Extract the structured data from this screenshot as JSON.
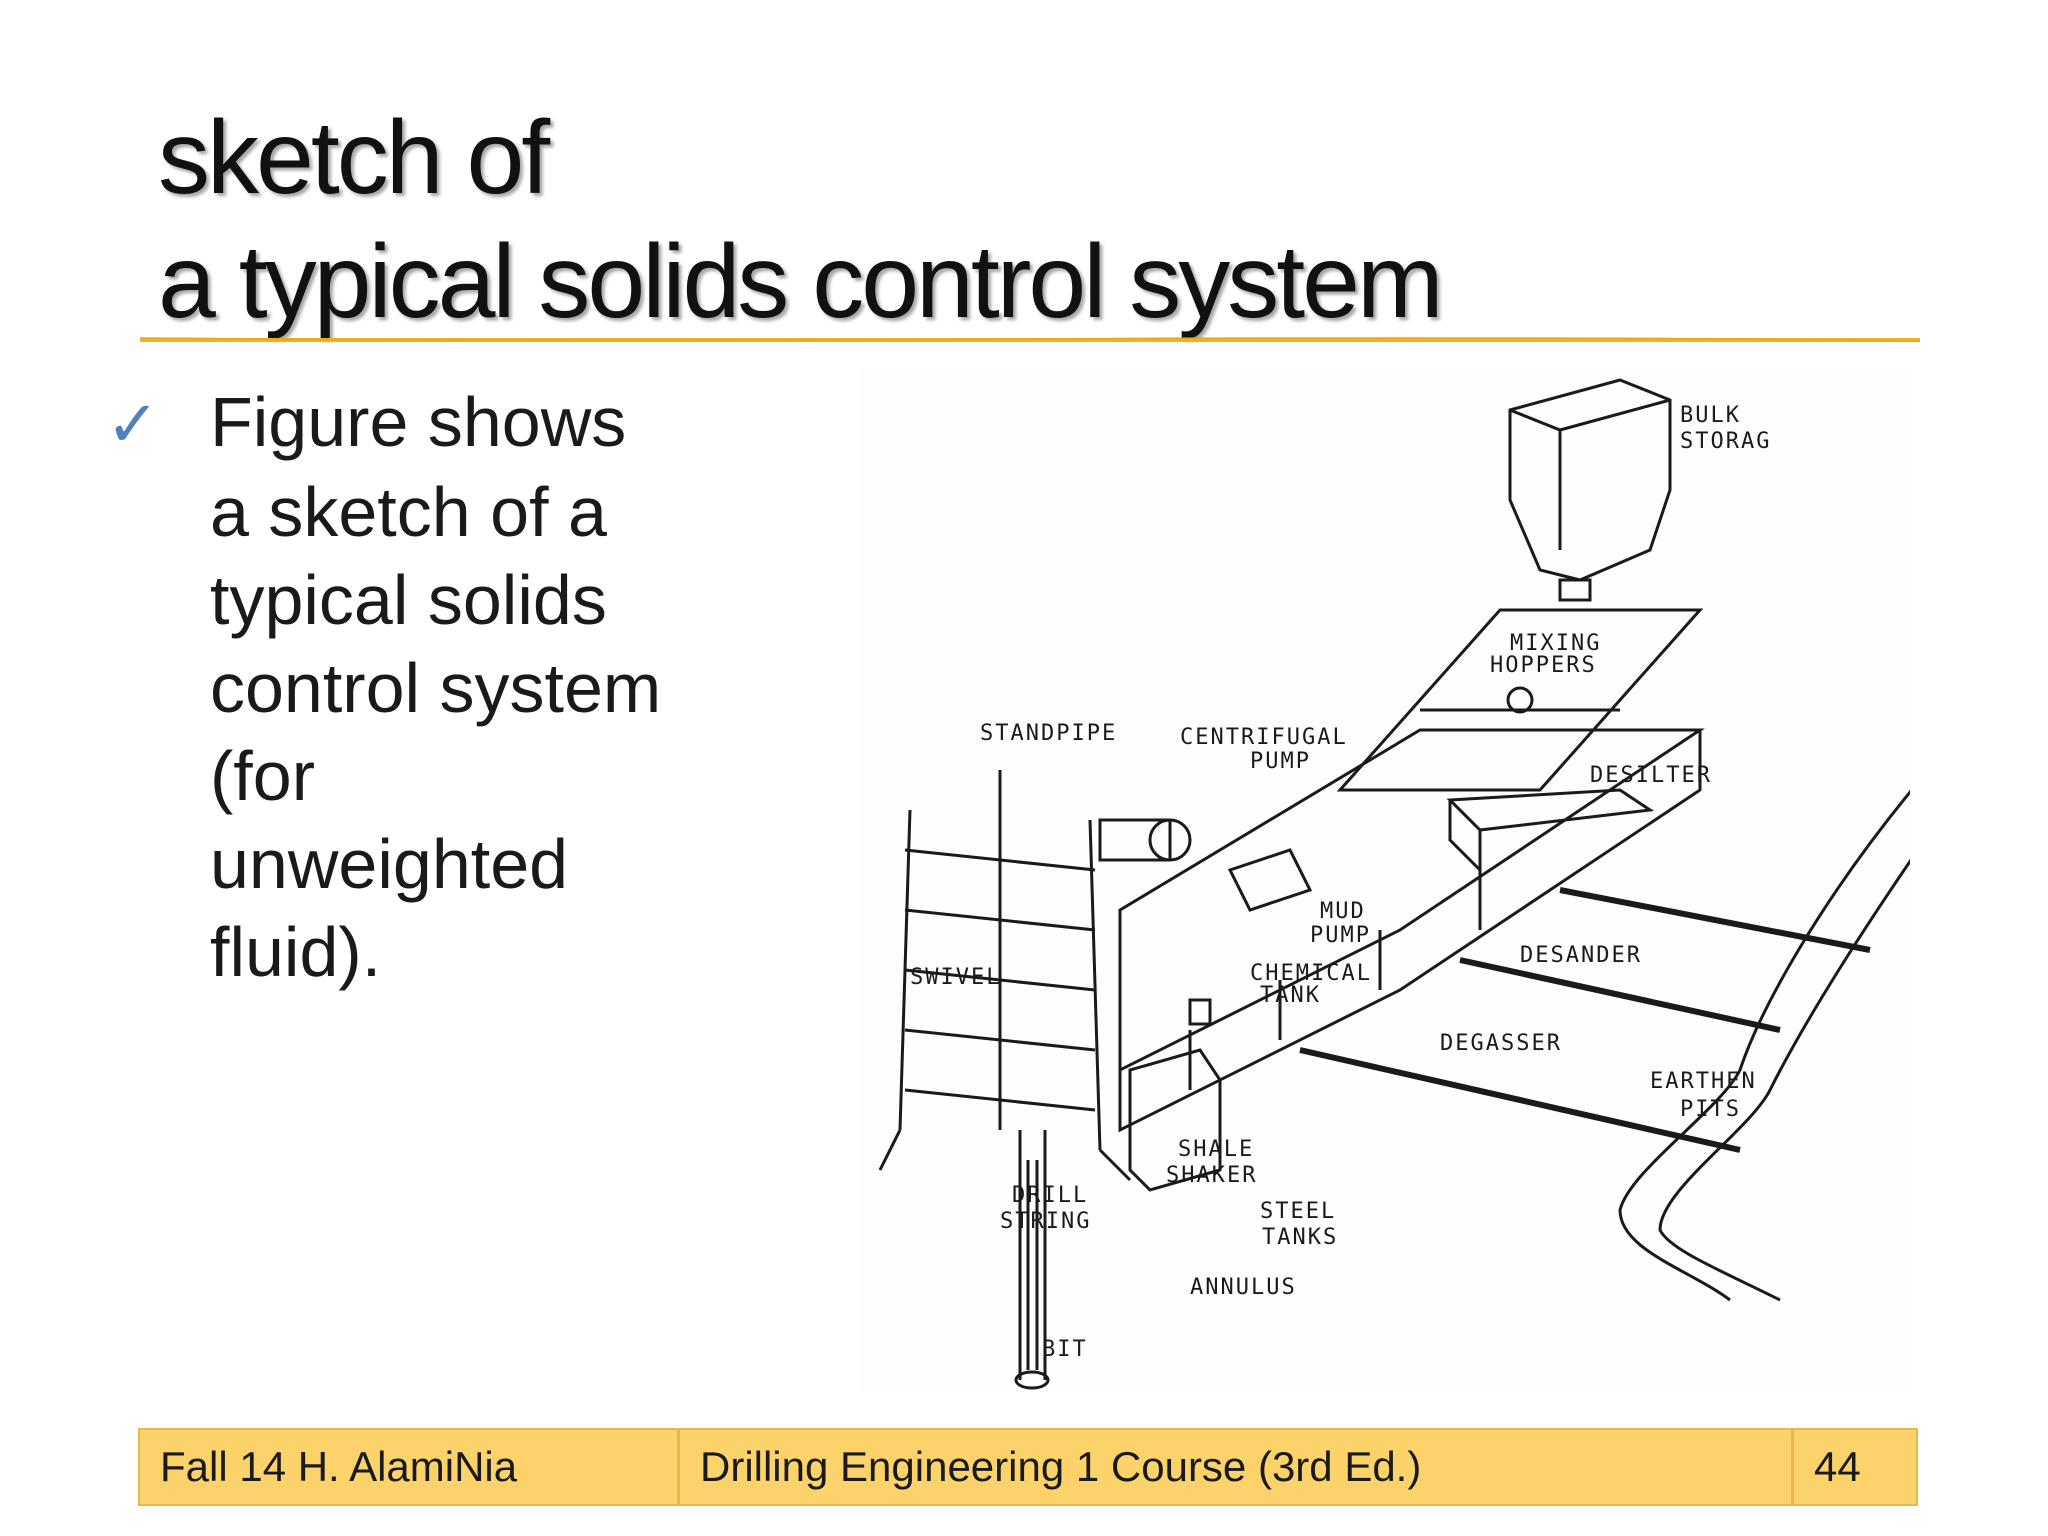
{
  "slide": {
    "title_line1": "sketch of",
    "title_line2": "a typical solids control system",
    "bullet_text_lines": [
      "Figure shows",
      "a sketch of a",
      "typical solids",
      "control system",
      "(for",
      "unweighted",
      "fluid)."
    ],
    "bullet_icon": "checkmark-icon",
    "accent_color": "#f0b323",
    "check_color": "#4f81bd"
  },
  "figure": {
    "labels": {
      "bulk_storage": [
        "BULK",
        "STORAG"
      ],
      "mixing_hoppers": [
        "MIXING",
        "HOPPERS"
      ],
      "standpipe": "STANDPIPE",
      "centrifugal_pump": [
        "CENTRIFUGAL",
        "PUMP"
      ],
      "desilter": "DESILTER",
      "mud_pump": [
        "MUD",
        "PUMP"
      ],
      "swivel": "SWIVEL",
      "chemical_tank": [
        "CHEMICAL",
        "TANK"
      ],
      "desander": "DESANDER",
      "degasser": "DEGASSER",
      "earthen_pits": [
        "EARTHEN",
        "PITS"
      ],
      "shale_shaker": [
        "SHALE",
        "SHAKER"
      ],
      "drill_string": [
        "DRILL",
        "STRING"
      ],
      "steel_tanks": [
        "STEEL",
        "TANKS"
      ],
      "annulus": "ANNULUS",
      "bit": "BIT"
    }
  },
  "footer": {
    "left": "Fall 14 H. AlamiNia",
    "center": "Drilling Engineering 1 Course (3rd Ed.)",
    "page_number": "44",
    "background": "#fbd36a"
  }
}
